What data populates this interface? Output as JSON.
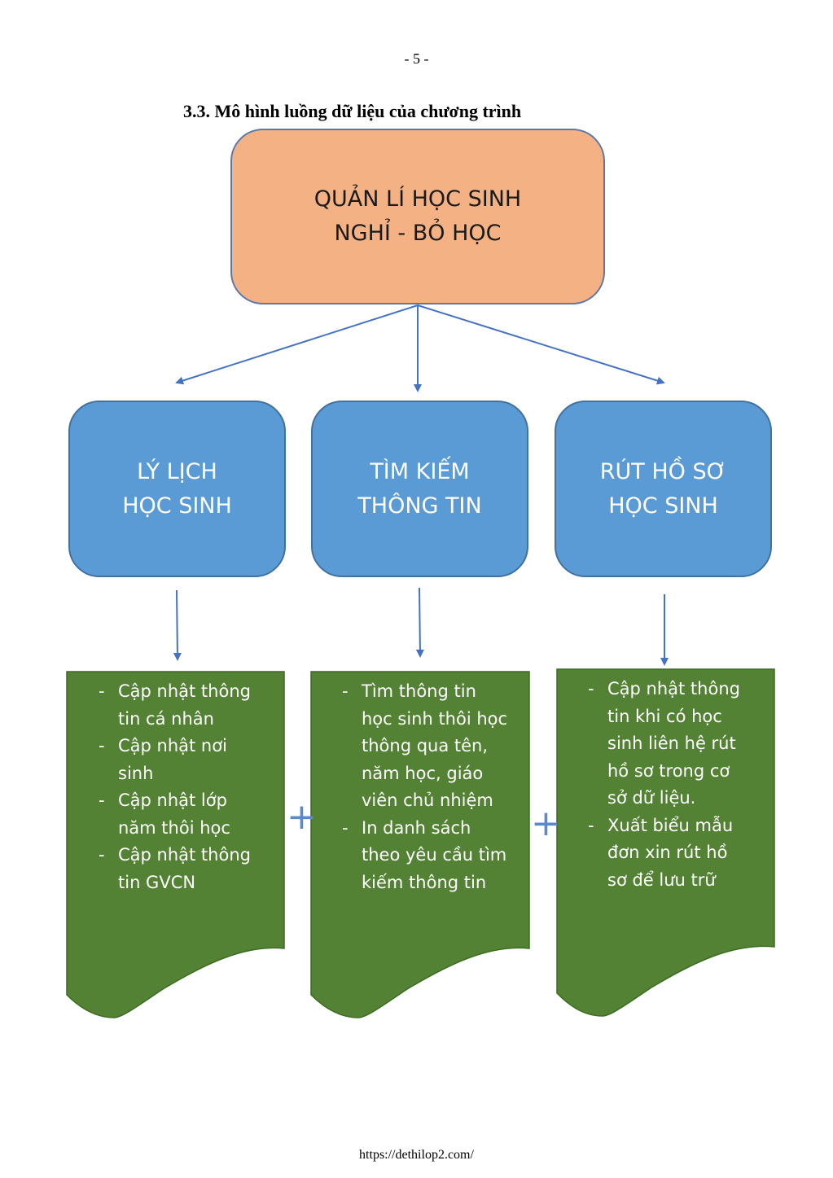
{
  "page_number": "- 5 -",
  "heading": "3.3. Mô hình luồng dữ liệu của chương trình",
  "root": {
    "line1": "QUẢN LÍ HỌC SINH",
    "line2": "NGHỈ - BỎ HỌC"
  },
  "modules": [
    {
      "line1": "LÝ LỊCH",
      "line2": "HỌC SINH"
    },
    {
      "line1": "TÌM KIẾM",
      "line2": "THÔNG TIN"
    },
    {
      "line1": "RÚT HỒ SƠ",
      "line2": "HỌC SINH"
    }
  ],
  "details": [
    [
      [
        "Cập nhật thông",
        "tin cá nhân"
      ],
      [
        "Cập nhật nơi",
        "sinh"
      ],
      [
        "Cập nhật lớp",
        "năm thôi học"
      ],
      [
        "Cập nhật thông",
        "tin GVCN"
      ]
    ],
    [
      [
        "Tìm thông tin",
        "học sinh thôi học",
        "thông qua tên,",
        "năm học, giáo",
        "viên chủ nhiệm"
      ],
      [
        "In danh sách",
        "theo yêu cầu tìm",
        "kiếm thông tin"
      ]
    ],
    [
      [
        "Cập nhật thông",
        "tin khi có học",
        "sinh liên hệ rút",
        "hồ sơ trong cơ",
        "sở dữ liệu."
      ],
      [
        "Xuất biểu mẫu",
        "đơn xin rút hồ",
        "sơ để lưu trữ"
      ]
    ]
  ],
  "plus_symbol": "+",
  "footer_url": "https://dethilop2.com/",
  "colors": {
    "root_fill": "#f4b183",
    "module_fill": "#5b9bd5",
    "detail_fill": "#548235",
    "connector": "#4472c4"
  }
}
